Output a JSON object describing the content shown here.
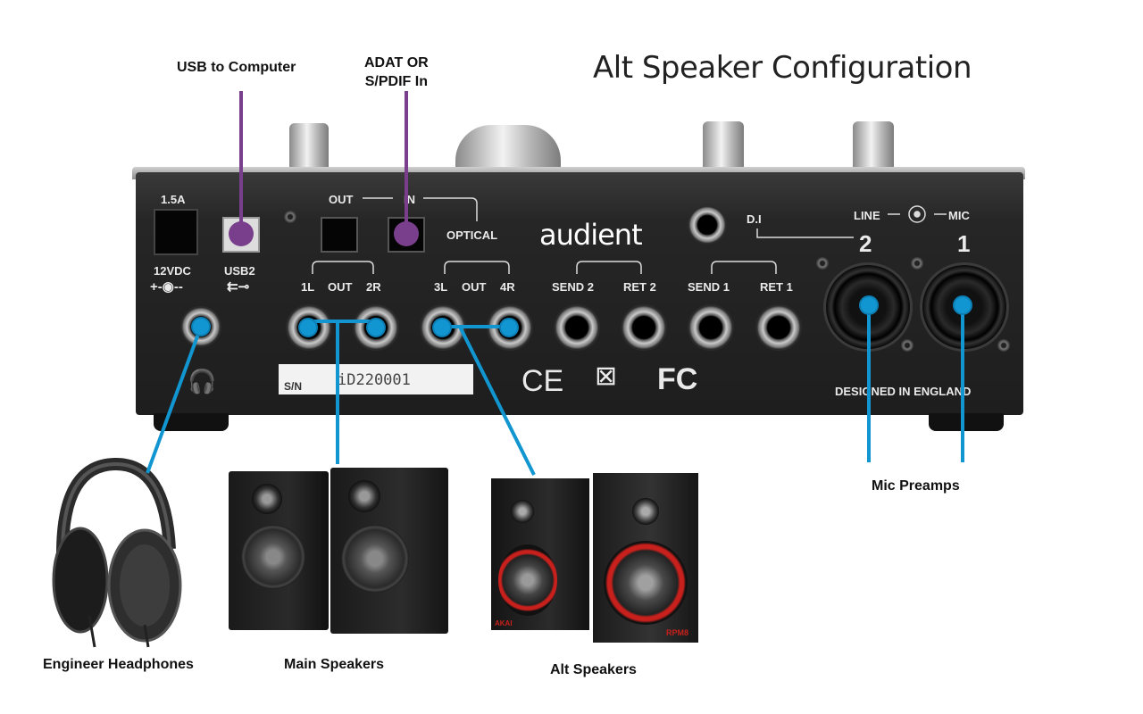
{
  "title": "Alt Speaker Configuration",
  "callouts": {
    "usb": "USB to Computer",
    "adat_line1": "ADAT OR",
    "adat_line2": "S/PDIF In",
    "mic_preamps": "Mic Preamps",
    "headphones": "Engineer Headphones",
    "main_speakers": "Main Speakers",
    "alt_speakers": "Alt Speakers"
  },
  "device": {
    "brand": "audient",
    "power_rating": "1.5A",
    "power_label": "12VDC",
    "usb_label": "USB2",
    "optical_out": "OUT",
    "optical_in": "IN",
    "optical_label": "OPTICAL",
    "out12": [
      "1L",
      "OUT",
      "2R"
    ],
    "out34": [
      "3L",
      "OUT",
      "4R"
    ],
    "send2": "SEND 2",
    "ret2": "RET 2",
    "send1": "SEND 1",
    "ret1": "RET 1",
    "di": "D.I",
    "line": "LINE",
    "mic": "MIC",
    "ch2": "2",
    "ch1": "1",
    "serial_label": "S/N",
    "serial": "iD220001",
    "ce": "CE",
    "fc": "FC",
    "designed": "DESIGNED IN ENGLAND",
    "speaker_brand": "AKAI",
    "speaker_model": "RPM8"
  },
  "colors": {
    "callout_purple": "#7a3f8c",
    "connector_blue": "#1196d1",
    "alt_speaker_red": "#c8201c"
  }
}
